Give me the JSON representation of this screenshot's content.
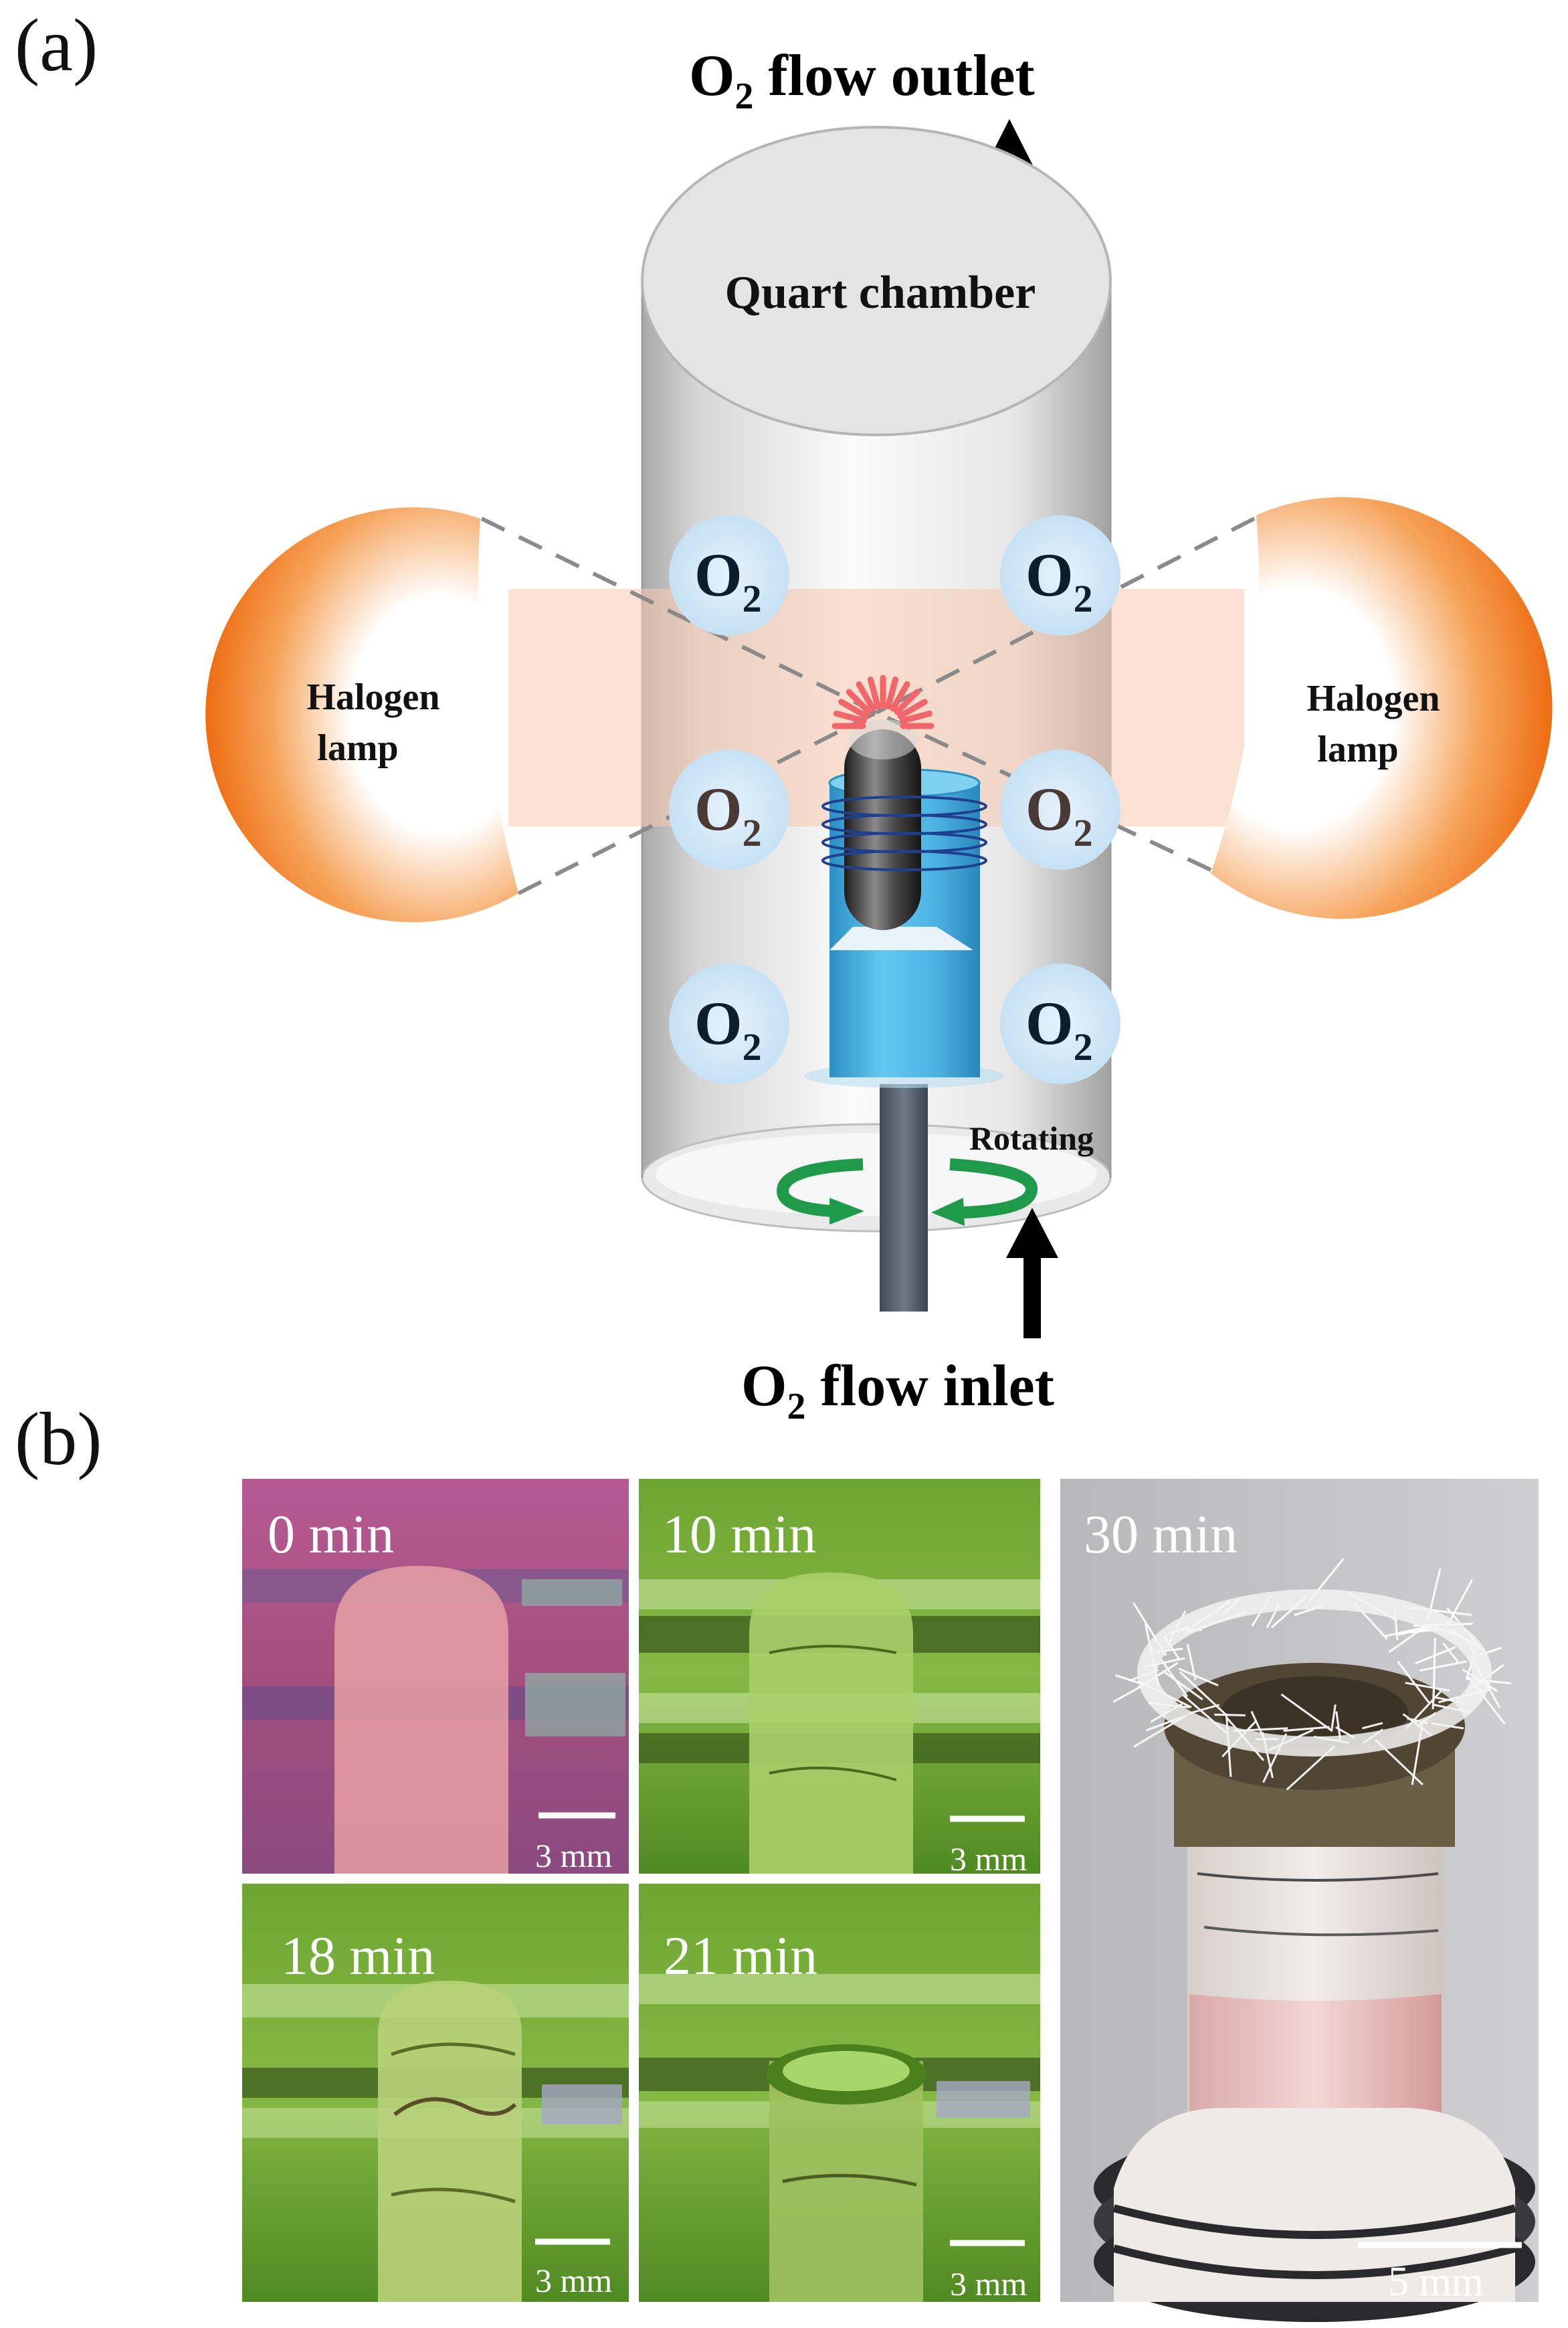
{
  "panel_a": {
    "label": "(a)",
    "outlet": {
      "main": "O",
      "sub": "2",
      "rest": " flow outlet"
    },
    "inlet": {
      "main": "O",
      "sub": "2",
      "rest": " flow inlet"
    },
    "chamber_label": "Quart chamber",
    "lamp_left": {
      "line1": "Halogen",
      "line2": "lamp"
    },
    "lamp_right": {
      "line1": "Halogen",
      "line2": "lamp"
    },
    "oxygen": {
      "main": "O",
      "sub": "2"
    },
    "rotating_label": "Rotating"
  },
  "panel_b": {
    "label": "(b)",
    "photos": [
      {
        "time": "0 min",
        "scale": "3 mm"
      },
      {
        "time": "10 min",
        "scale": "3 mm"
      },
      {
        "time": "18 min",
        "scale": "3 mm"
      },
      {
        "time": "21 min",
        "scale": "3 mm"
      },
      {
        "time": "30 min",
        "scale": "5 mm"
      }
    ]
  },
  "colors": {
    "lamp_orange": "#F07A22",
    "beam": "#F8D3BD",
    "holder_blue": "#4FB9E8",
    "o2_bubble": "#D3E9F7",
    "rotation_arrow": "#1E9A4A",
    "photo_green": "#7FB23A",
    "photo_pink": "#B05A8E"
  }
}
